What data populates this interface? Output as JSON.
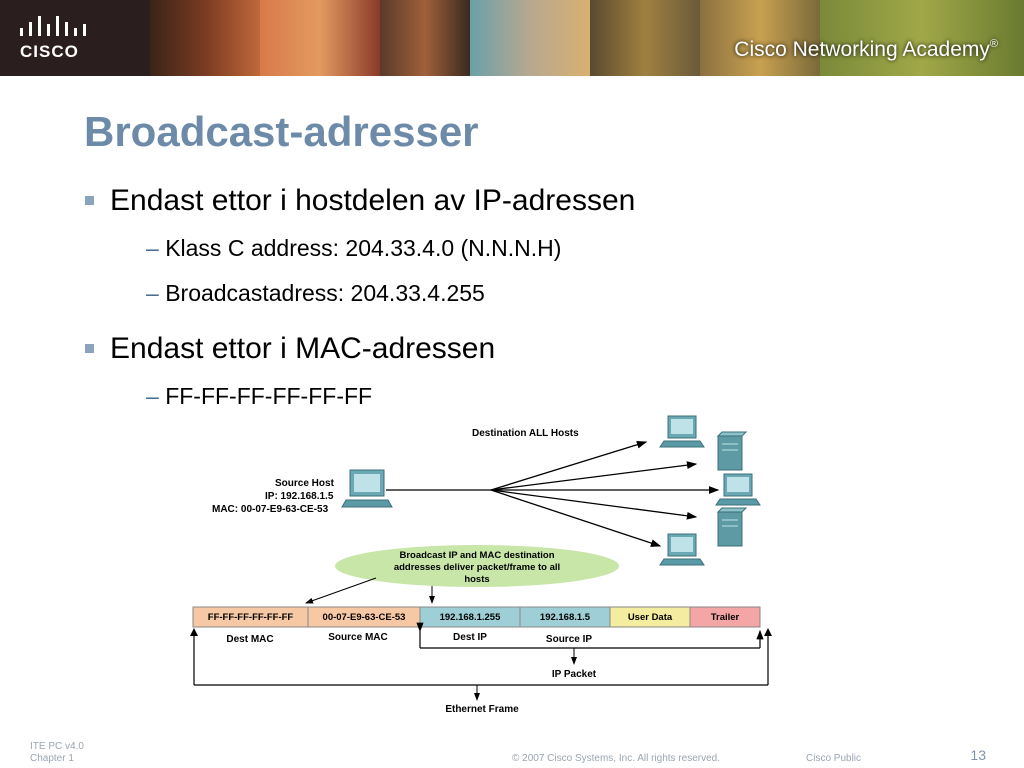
{
  "banner": {
    "logo_text": "CISCO",
    "academy_text": "Cisco Networking Academy",
    "trademark": "®"
  },
  "slide": {
    "title": "Broadcast-adresser",
    "bullets": [
      {
        "text": "Endast ettor i hostdelen av IP-adressen",
        "sub": [
          "Klass C address:  204.33.4.0  (N.N.N.H)",
          "Broadcastadress:  204.33.4.255"
        ]
      },
      {
        "text": "Endast ettor i MAC-adressen",
        "sub": [
          "FF-FF-FF-FF-FF-FF"
        ]
      }
    ],
    "dash": "–"
  },
  "diagram": {
    "destination_label": "Destination ALL Hosts",
    "source_host": "Source Host",
    "source_ip": "IP: 192.168.1.5",
    "source_mac": "MAC: 00-07-E9-63-CE-53",
    "callout": [
      "Broadcast IP and MAC destination",
      "addresses deliver packet/frame to all",
      "hosts"
    ],
    "frame_cells": [
      {
        "text": "FF-FF-FF-FF-FF-FF",
        "color": "#f7c8a4"
      },
      {
        "text": "00-07-E9-63-CE-53",
        "color": "#f7c8a4"
      },
      {
        "text": "192.168.1.255",
        "color": "#9fcfd6"
      },
      {
        "text": "192.168.1.5",
        "color": "#9fcfd6"
      },
      {
        "text": "User Data",
        "color": "#f4eda0"
      },
      {
        "text": "Trailer",
        "color": "#f4a5a5"
      }
    ],
    "field_labels": [
      "Dest MAC",
      "Source MAC",
      "Dest IP",
      "Source IP"
    ],
    "ip_packet": "IP Packet",
    "ethernet_frame": "Ethernet Frame"
  },
  "footer": {
    "course": "ITE PC v4.0",
    "chapter": "Chapter 1",
    "copyright": "© 2007 Cisco Systems, Inc. All rights reserved.",
    "classification": "Cisco Public",
    "page": "13"
  },
  "colors": {
    "title": "#6d8aa8",
    "bullet": "#8aa4be",
    "callout": "#c8e6a8",
    "frame_orange": "#f7c8a4",
    "frame_teal": "#9fcfd6"
  }
}
